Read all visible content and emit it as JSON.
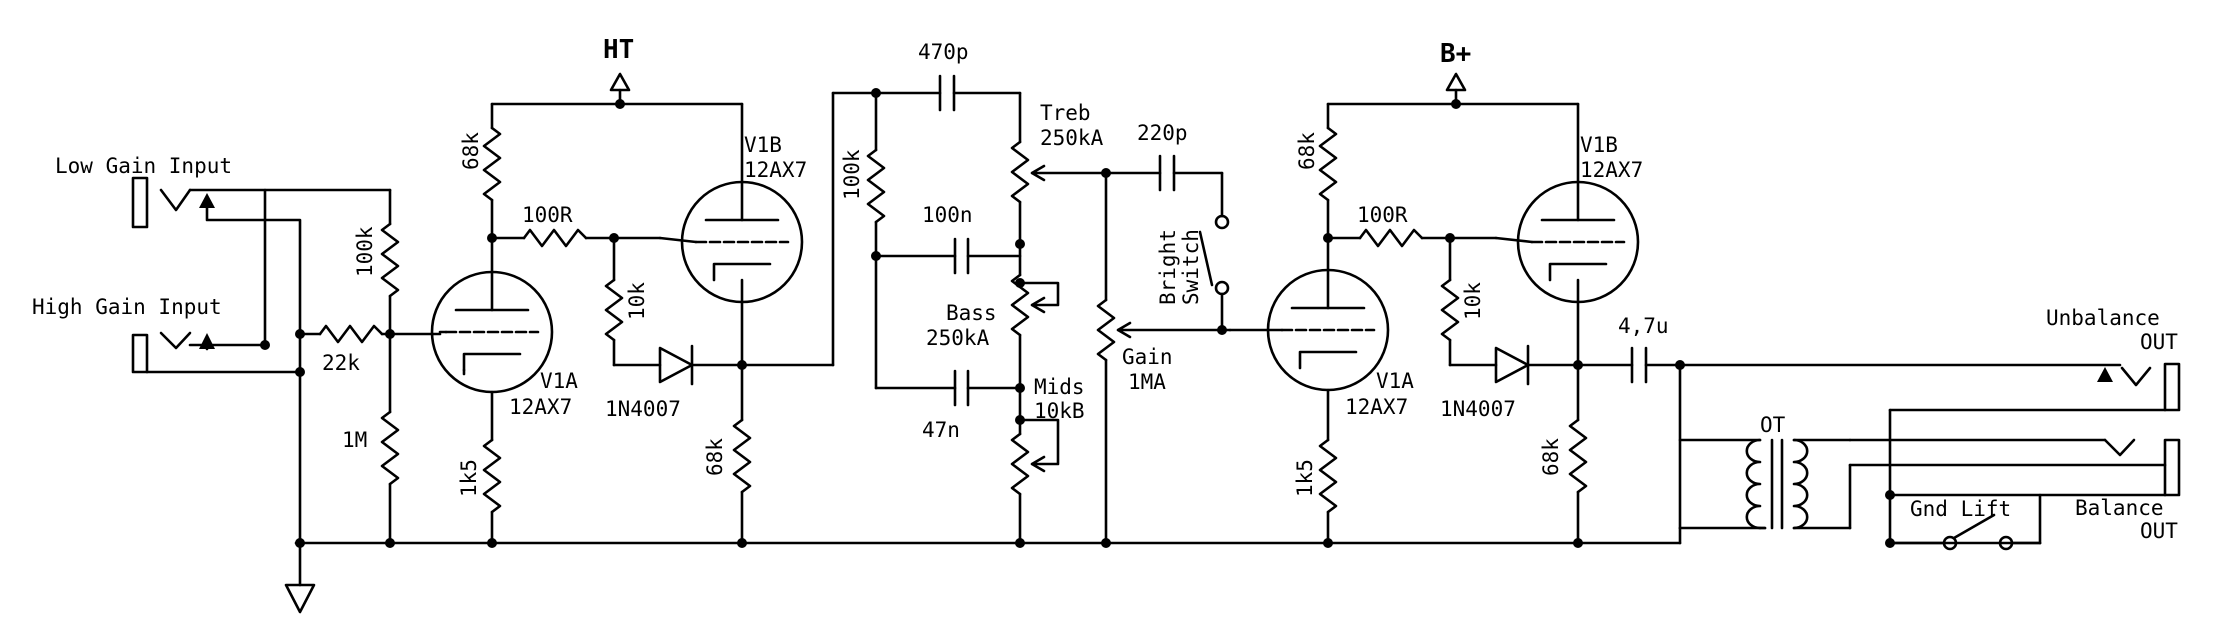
{
  "labels": {
    "low_gain_input": "Low Gain Input",
    "high_gain_input": "High Gain Input",
    "ht": "HT",
    "b_plus": "B+",
    "r_68k_a": "68k",
    "r_100r_a": "100R",
    "r_100k_in": "100k",
    "r_22k": "22k",
    "r_1m": "1M",
    "r_1k5_a": "1k5",
    "r_10k_a": "10k",
    "r_68k_b": "68k",
    "d_1n4007_a": "1N4007",
    "v1a_a_name": "V1A",
    "v1a_a_type": "12AX7",
    "v1b_a_name": "V1B",
    "v1b_a_type": "12AX7",
    "c_470p": "470p",
    "r_100k_ts": "100k",
    "c_100n": "100n",
    "c_47n": "47n",
    "treb_name": "Treb",
    "treb_value": "250kA",
    "bass_name": "Bass",
    "bass_value": "250kA",
    "mids_name": "Mids",
    "mids_value": "10kB",
    "c_220p": "220p",
    "bright_line1": "Bright",
    "bright_line2": "Switch",
    "gain_name": "Gain",
    "gain_value": "1MA",
    "r_68k_c": "68k",
    "r_100r_b": "100R",
    "r_10k_b": "10k",
    "r_1k5_b": "1k5",
    "r_68k_d": "68k",
    "d_1n4007_b": "1N4007",
    "v1a_b_name": "V1A",
    "v1a_b_type": "12AX7",
    "v1b_b_name": "V1B",
    "v1b_b_type": "12AX7",
    "c_4u7": "4,7u",
    "ot": "OT",
    "unbalance_line1": "Unbalance",
    "unbalance_line2": "OUT",
    "gnd_lift": "Gnd Lift",
    "balance_line1": "Balance",
    "balance_line2": "OUT"
  }
}
